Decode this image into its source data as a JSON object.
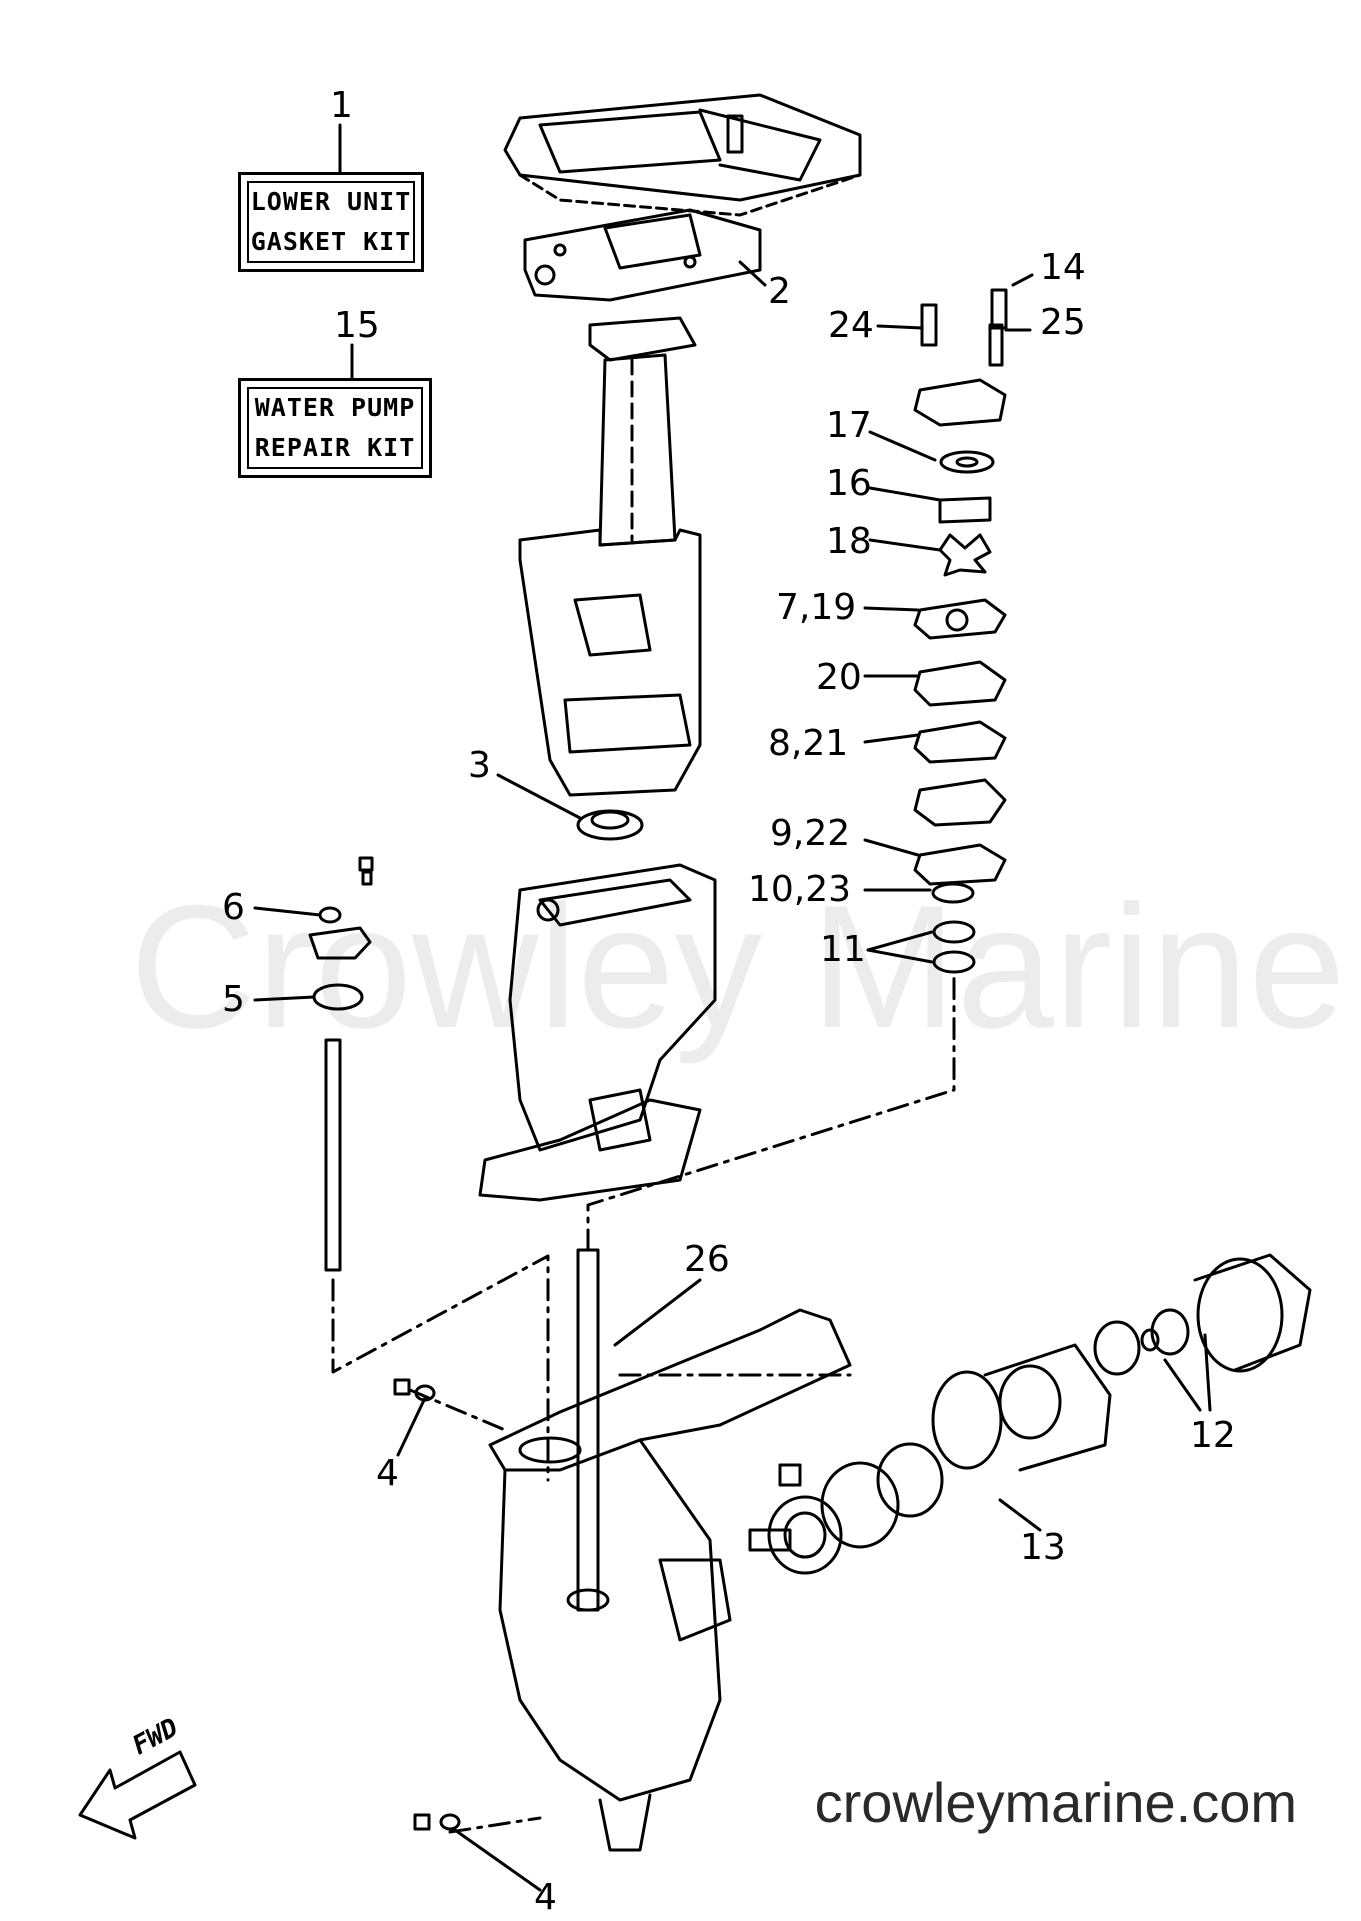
{
  "watermark": "Crowley Marine",
  "website": "crowleymarine.com",
  "fwd_label": "FWD",
  "kits": [
    {
      "ref": "1",
      "lines": [
        "LOWER UNIT",
        "GASKET KIT"
      ]
    },
    {
      "ref": "15",
      "lines": [
        "WATER PUMP",
        "REPAIR KIT"
      ]
    }
  ],
  "callouts": {
    "c2": "2",
    "c3": "3",
    "c4a": "4",
    "c4b": "4",
    "c5": "5",
    "c6": "6",
    "c7_19": "7,19",
    "c8_21": "8,21",
    "c9_22": "9,22",
    "c10_23": "10,23",
    "c11": "11",
    "c12": "12",
    "c13": "13",
    "c14": "14",
    "c16": "16",
    "c17": "17",
    "c18": "18",
    "c20": "20",
    "c24": "24",
    "c25": "25",
    "c26": "26"
  }
}
